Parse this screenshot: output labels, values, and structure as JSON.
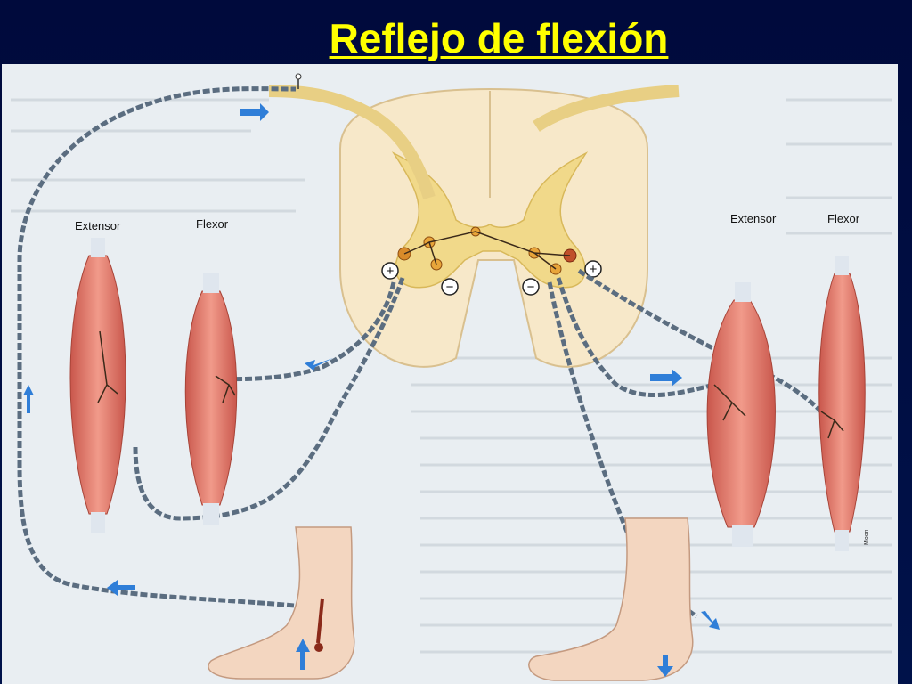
{
  "slide": {
    "title": "Reflejo de flexión",
    "title_color": "#ffff00",
    "background_color": "#00093a"
  },
  "diagram": {
    "left_labels": {
      "extensor": "Extensor",
      "flexor": "Flexor"
    },
    "right_labels": {
      "extensor": "Extensor",
      "flexor": "Flexor"
    },
    "signs": {
      "plus": "+",
      "minus": "−"
    },
    "small_credit": "Moon",
    "arrow_color": "#2f7ed8",
    "muscle_color": "#e07a6e",
    "spinal_cord_color": "#f6e6c4"
  }
}
